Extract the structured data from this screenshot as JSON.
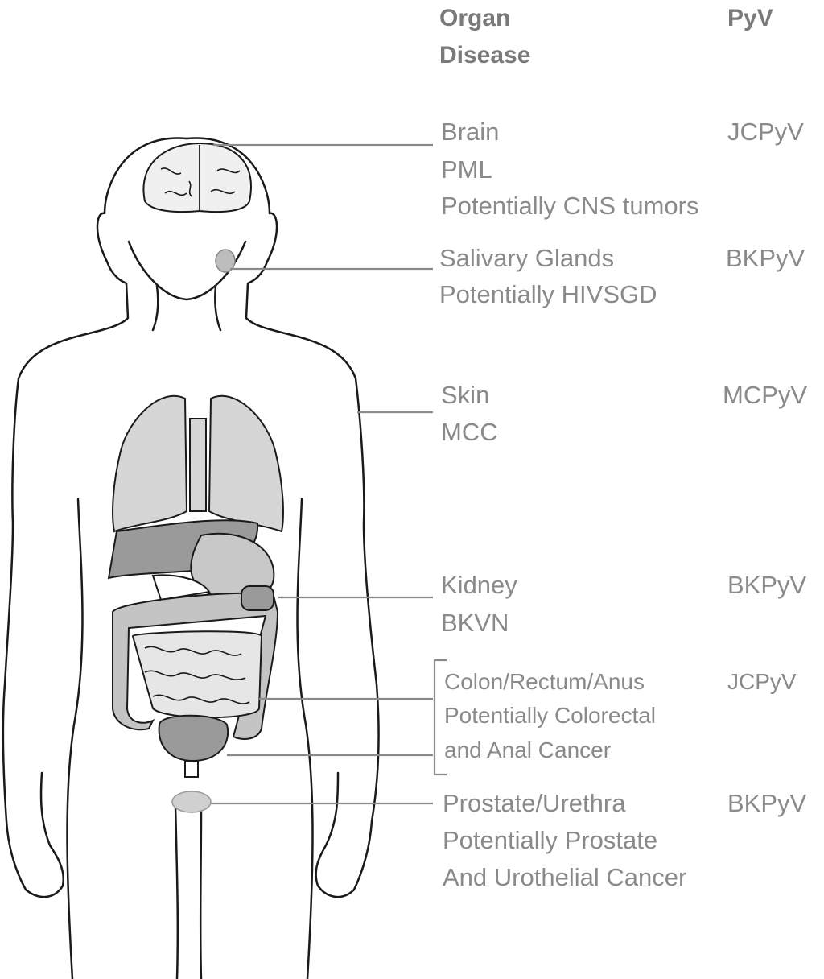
{
  "header": {
    "organ_line1": "Organ",
    "organ_line2": "Disease",
    "pyv": "PyV"
  },
  "entries": [
    {
      "organ": "Brain",
      "disease_lines": [
        "PML",
        "Potentially CNS tumors"
      ],
      "pyv": "JCPyV"
    },
    {
      "organ": "Salivary Glands",
      "disease_lines": [
        "Potentially HIVSGD"
      ],
      "pyv": "BKPyV"
    },
    {
      "organ": "Skin",
      "disease_lines": [
        "MCC"
      ],
      "pyv": "MCPyV"
    },
    {
      "organ": "Kidney",
      "disease_lines": [
        "BKVN"
      ],
      "pyv": "BKPyV"
    },
    {
      "organ": "Colon/Rectum/Anus",
      "disease_lines": [
        "Potentially Colorectal",
        "and Anal Cancer"
      ],
      "pyv": "JCPyV"
    },
    {
      "organ": "Prostate/Urethra",
      "disease_lines": [
        "Potentially Prostate",
        "And Urothelial Cancer"
      ],
      "pyv": "BKPyV"
    }
  ],
  "colors": {
    "line": "#8a8a8a",
    "text": "#8a8a8a",
    "organ_light": "#d6d6d6",
    "organ_dark": "#9a9a9a",
    "outline": "#1a1a1a"
  }
}
